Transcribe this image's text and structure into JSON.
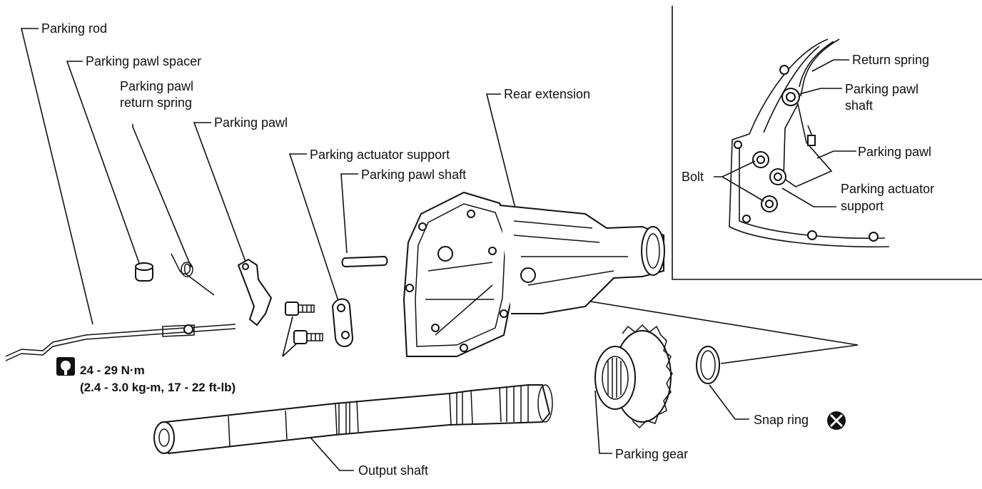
{
  "labels": {
    "parking_rod": "Parking rod",
    "parking_pawl_spacer": "Parking pawl spacer",
    "parking_pawl_return_spring_l1": "Parking pawl",
    "parking_pawl_return_spring_l2": "return spring",
    "parking_pawl": "Parking pawl",
    "parking_actuator_support": "Parking actuator support",
    "parking_pawl_shaft": "Parking pawl shaft",
    "rear_extension": "Rear extension",
    "output_shaft": "Output shaft",
    "parking_gear": "Parking gear",
    "snap_ring": "Snap ring"
  },
  "torque": {
    "line1": "24 - 29 N·m",
    "line2": "(2.4 - 3.0 kg-m, 17 - 22 ft-lb)"
  },
  "inset": {
    "return_spring": "Return spring",
    "parking_pawl_shaft_l1": "Parking pawl",
    "parking_pawl_shaft_l2": "shaft",
    "parking_pawl": "Parking pawl",
    "bolt": "Bolt",
    "parking_actuator_support_l1": "Parking actuator",
    "parking_actuator_support_l2": "support"
  },
  "icons": {
    "torque": "torque-wrench-icon",
    "replace": "replace-part-x-icon"
  }
}
